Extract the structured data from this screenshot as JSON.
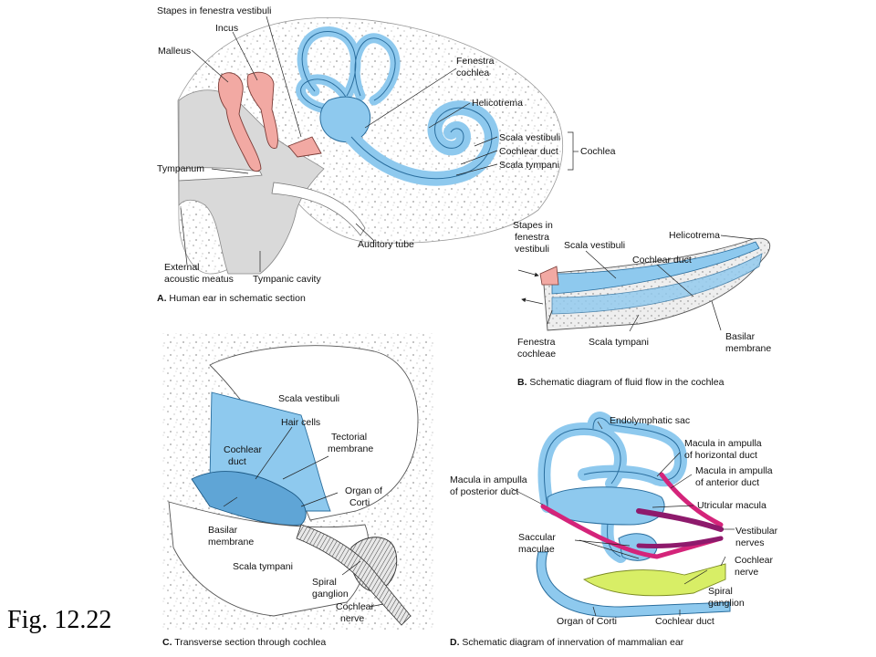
{
  "figure_number": "Fig. 12.22",
  "panel_a": {
    "caption_letter": "A.",
    "caption_text": "Human ear in schematic section",
    "labels": {
      "stapes": "Stapes in fenestra vestibuli",
      "incus": "Incus",
      "malleus": "Malleus",
      "fenestra_1": "Fenestra",
      "fenestra_2": "cochlea",
      "helicotrema": "Helicotrema",
      "scala_vestibuli": "Scala vestibuli",
      "cochlear_duct": "Cochlear duct",
      "scala_tympani": "Scala tympani",
      "cochlea": "Cochlea",
      "tympanum": "Tympanum",
      "auditory_tube": "Auditory tube",
      "ext_meatus_1": "External",
      "ext_meatus_2": "acoustic meatus",
      "tympanic_cavity": "Tympanic cavity"
    }
  },
  "panel_b": {
    "caption_letter": "B.",
    "caption_text": "Schematic diagram of fluid flow in the cochlea",
    "labels": {
      "stapes_1": "Stapes in",
      "stapes_2": "fenestra",
      "stapes_3": "vestibuli",
      "scala_vestibuli": "Scala vestibuli",
      "helicotrema": "Helicotrema",
      "cochlear_duct": "Cochlear duct",
      "fenestra_1": "Fenestra",
      "fenestra_2": "cochleae",
      "scala_tympani": "Scala tympani",
      "basilar_1": "Basilar",
      "basilar_2": "membrane"
    }
  },
  "panel_c": {
    "caption_letter": "C.",
    "caption_text": "Transverse section through cochlea",
    "labels": {
      "scala_vestibuli": "Scala vestibuli",
      "hair_cells": "Hair cells",
      "cochlear_duct_1": "Cochlear",
      "cochlear_duct_2": "duct",
      "tectorial_1": "Tectorial",
      "tectorial_2": "membrane",
      "organ_1": "Organ of",
      "organ_2": "Corti",
      "basilar_1": "Basilar",
      "basilar_2": "membrane",
      "scala_tympani": "Scala tympani",
      "spiral_1": "Spiral",
      "spiral_2": "ganglion",
      "cochlear_nerve_1": "Cochlear",
      "cochlear_nerve_2": "nerve"
    }
  },
  "panel_d": {
    "caption_letter": "D.",
    "caption_text": "Schematic diagram of innervation of mammalian ear",
    "labels": {
      "endolymphatic": "Endolymphatic sac",
      "mac_horiz_1": "Macula in ampulla",
      "mac_horiz_2": "of horizontal duct",
      "mac_ant_1": "Macula in ampulla",
      "mac_ant_2": "of anterior  duct",
      "mac_post_1": "Macula in ampulla",
      "mac_post_2": "of posterior duct",
      "utricular": "Utricular macula",
      "saccular_1": "Saccular",
      "saccular_2": "maculae",
      "vestibular_1": "Vestibular",
      "vestibular_2": "nerves",
      "cochlear_nerve_1": "Cochlear",
      "cochlear_nerve_2": "nerve",
      "spiral_1": "Spiral",
      "spiral_2": "ganglion",
      "organ_corti": "Organ of Corti",
      "cochlear_duct": "Cochlear duct"
    }
  },
  "colors": {
    "fluid_blue": "#8ec9ee",
    "fluid_stroke": "#2a6e9e",
    "ossicle_pink": "#f2a9a3",
    "nerve_magenta": "#d4247a",
    "nerve_purple": "#8e1a6c",
    "ganglion_green": "#d8ee66",
    "bone_gray": "#d6d6d6",
    "stipple": "#9a9a9a"
  }
}
